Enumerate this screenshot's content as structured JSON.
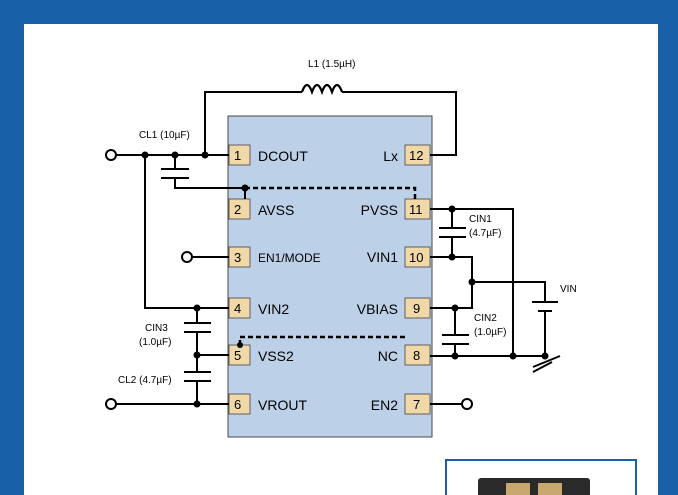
{
  "components": {
    "inductor": "L1 (1.5µH)",
    "cl1": "CL1 (10µF)",
    "cin1_name": "CIN1",
    "cin1_value": "(4.7µF)",
    "cin2_name": "CIN2",
    "cin2_value": "(1.0µF)",
    "cin3_name": "CIN3",
    "cin3_value": "(1.0µF)",
    "cl2": "CL2 (4.7µF)",
    "vin": "VIN"
  },
  "pins_left": [
    {
      "num": "1",
      "name": "DCOUT"
    },
    {
      "num": "2",
      "name": "AVSS"
    },
    {
      "num": "3",
      "name": "EN1/MODE"
    },
    {
      "num": "4",
      "name": "VIN2"
    },
    {
      "num": "5",
      "name": "VSS2"
    },
    {
      "num": "6",
      "name": "VROUT"
    }
  ],
  "pins_right": [
    {
      "num": "12",
      "name": "Lx"
    },
    {
      "num": "11",
      "name": "PVSS"
    },
    {
      "num": "10",
      "name": "VIN1"
    },
    {
      "num": "9",
      "name": "VBIAS"
    },
    {
      "num": "8",
      "name": "NC"
    },
    {
      "num": "7",
      "name": "EN2"
    }
  ],
  "colors": {
    "border": "#1860a8",
    "chip": "#bcd0e8",
    "pin": "#f0d8a8"
  }
}
